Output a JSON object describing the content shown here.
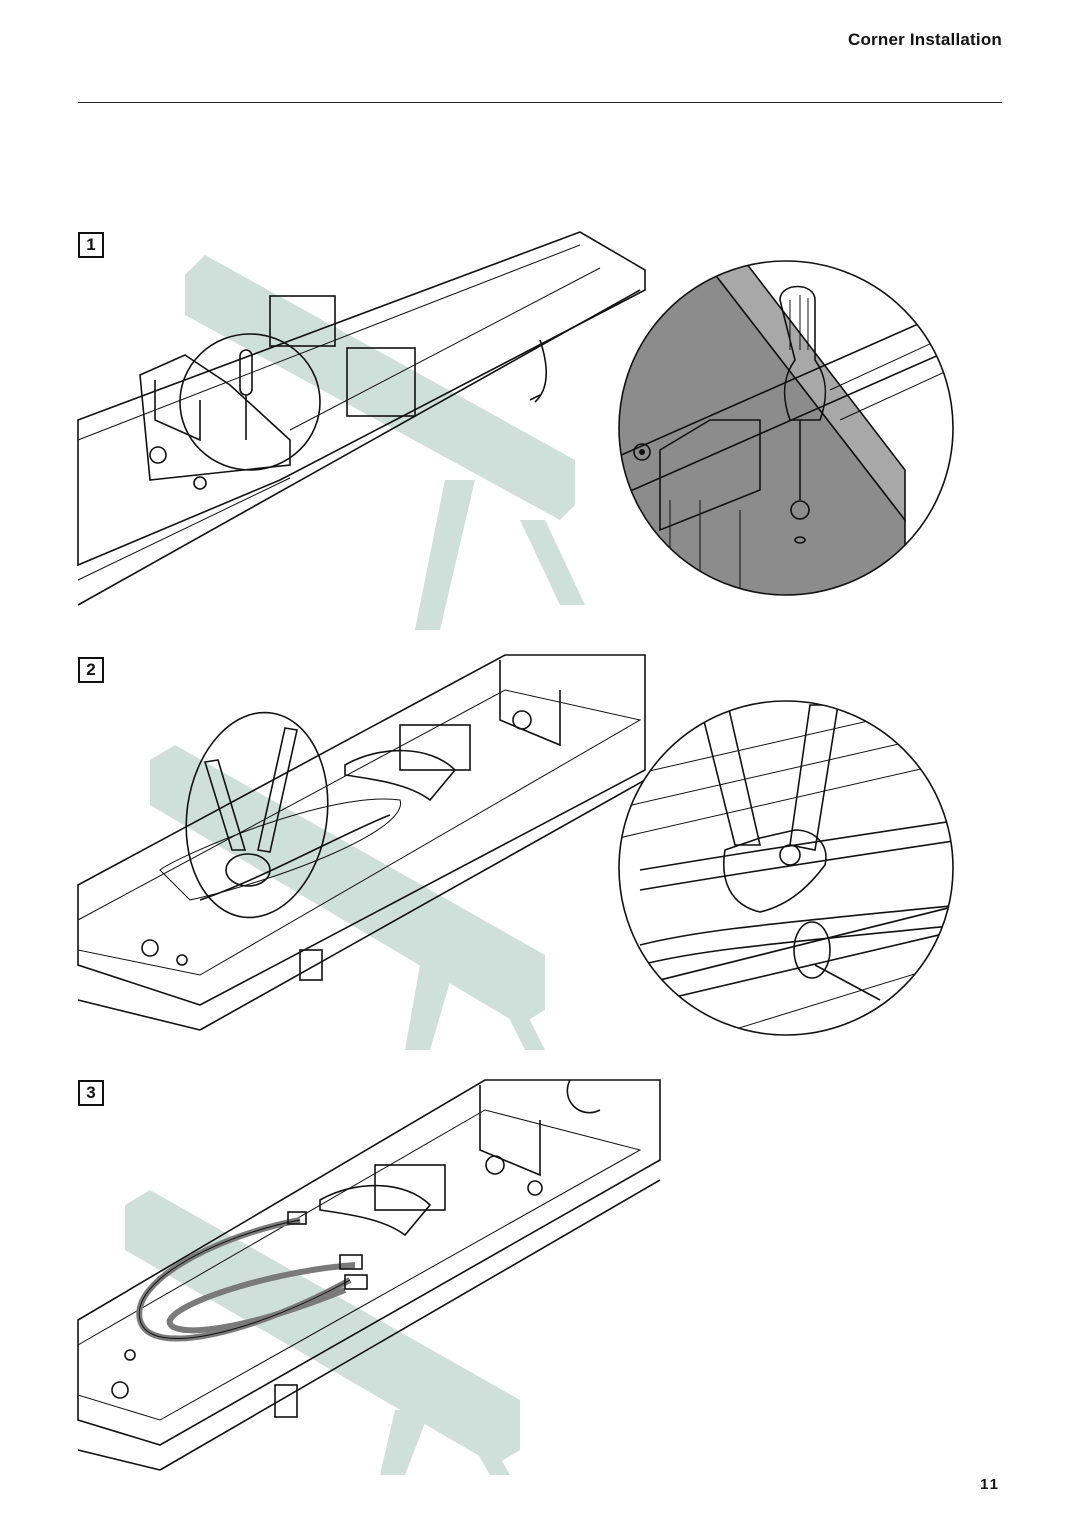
{
  "header": {
    "title": "Corner Installation"
  },
  "steps": [
    {
      "number": "1",
      "detail": "screwdriver-detail"
    },
    {
      "number": "2",
      "detail": "pliers-detail"
    },
    {
      "number": "3",
      "detail": "routed-cable"
    }
  ],
  "footer": {
    "page_number": "11"
  },
  "colors": {
    "sawhorse": "#cfe0da",
    "tool_gray": "#7a7a7a",
    "panel_gray": "#8c8c8c",
    "ink": "#111111"
  }
}
